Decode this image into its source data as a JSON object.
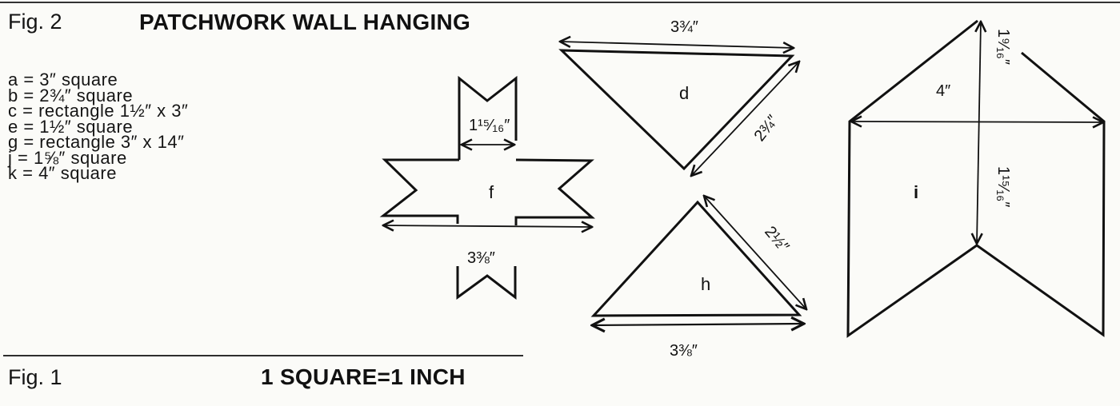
{
  "header": {
    "figure_label": "Fig. 2",
    "title": "PATCHWORK WALL HANGING"
  },
  "legend": [
    "a = 3″  square",
    "b = 2¾″  square",
    "c = rectangle 1½″ x 3″",
    "e = 1½″  square",
    "g = rectangle 3″  x 14″",
    "j = 1⅝″  square",
    "k = 4″  square"
  ],
  "pieces": {
    "f": {
      "label": "f",
      "dim_top": "1¹⁵⁄₁₆″",
      "dim_bottom": "3⅜″"
    },
    "d": {
      "label": "d",
      "dim_top": "3¾″",
      "dim_side": "2¾″"
    },
    "h": {
      "label": "h",
      "dim_side": "2½″",
      "dim_bottom": "3⅜″"
    },
    "i": {
      "label": "i",
      "dim_width": "4″",
      "dim_top_height": "1⁹⁄₁₆″",
      "dim_bottom_height": "1¹⁵⁄₁₆″"
    }
  },
  "footer": {
    "figure_label": "Fig. 1",
    "scale_note": "1 SQUARE=1 INCH"
  },
  "colors": {
    "paper": "#fbfbf8",
    "ink": "#111111"
  }
}
